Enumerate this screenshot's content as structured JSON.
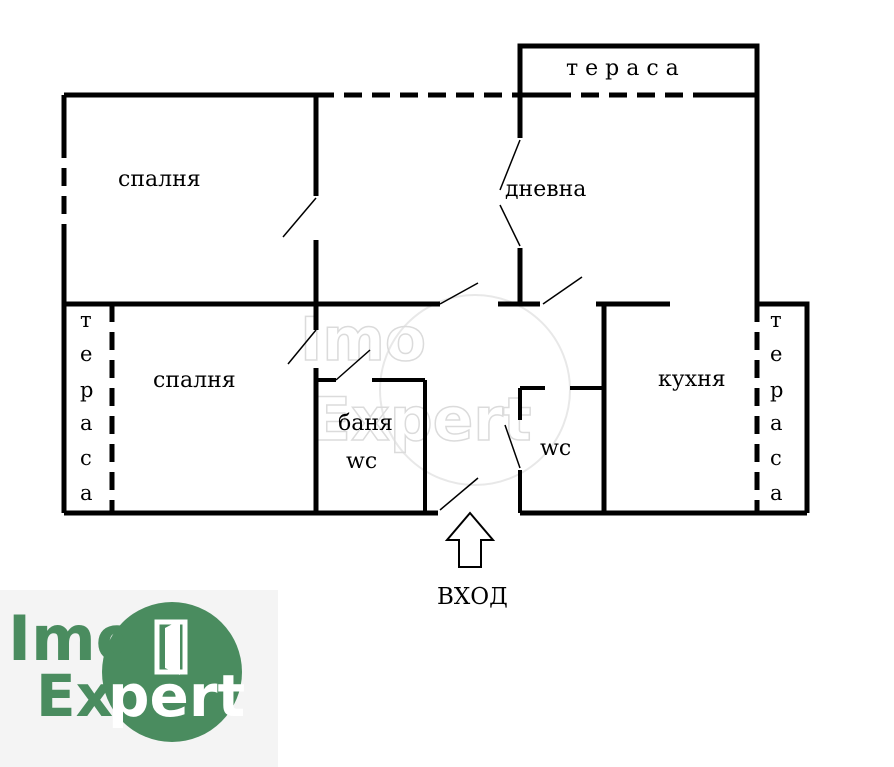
{
  "rooms": {
    "bedroom_top": "спалня",
    "living": "дневна",
    "bedroom_bottom": "спалня",
    "bathroom_line1": "баня",
    "bathroom_line2": "wc",
    "wc": "wc",
    "kitchen": "кухня",
    "terrace_top": "т е р а с а",
    "terrace_left": [
      "т",
      "е",
      "р",
      "а",
      "с",
      "а"
    ],
    "terrace_right": [
      "т",
      "е",
      "р",
      "а",
      "с",
      "а"
    ]
  },
  "entrance": {
    "label": "ВХОД",
    "icon": "arrow-up-icon"
  },
  "logo": {
    "line1": "Imo",
    "line2": "Expert",
    "icon": "door-icon",
    "color": "#4a8c5f"
  },
  "watermark": {
    "line1": "Imo",
    "line2": "Expert"
  }
}
